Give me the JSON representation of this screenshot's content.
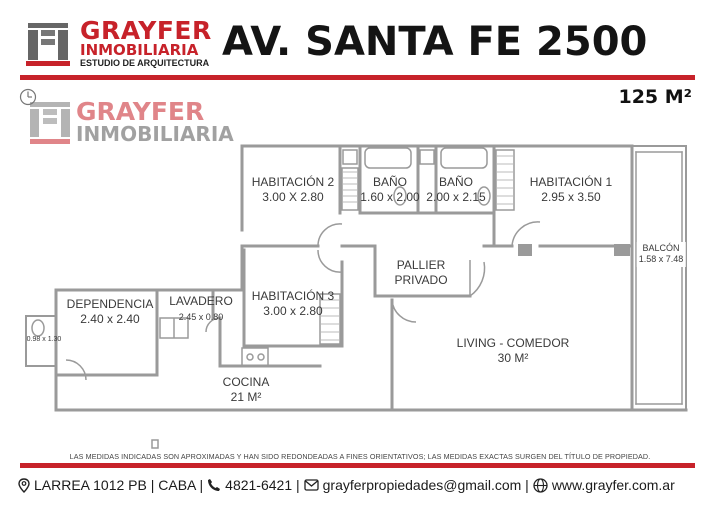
{
  "brand": {
    "name": "GRAYFER",
    "line2": "INMOBILIARIA",
    "line3": "ESTUDIO DE ARQUITECTURA"
  },
  "title": "AV. SANTA FE 2500",
  "area": "125 M²",
  "watermark": {
    "name": "GRAYFER",
    "line2": "INMOBILIARIA"
  },
  "rooms": {
    "hab2": {
      "name": "HABITACIÓN 2",
      "size": "3.00 X 2.80"
    },
    "bano1": {
      "name": "BAÑO",
      "size": "1.60 x 2.00"
    },
    "bano2": {
      "name": "BAÑO",
      "size": "2.00 x 2.15"
    },
    "hab1": {
      "name": "HABITACIÓN 1",
      "size": "2.95 x 3.50"
    },
    "balcon": {
      "name": "BALCÓN",
      "size": "1.58 x 7.48"
    },
    "palier": {
      "name": "PALLIER",
      "name2": "PRIVADO"
    },
    "hab3": {
      "name": "HABITACIÓN 3",
      "size": "3.00 x 2.80"
    },
    "dependencia": {
      "name": "DEPENDENCIA",
      "size": "2.40 x 2.40"
    },
    "lavadero": {
      "name": "LAVADERO",
      "size": "2.45 x 0.80"
    },
    "toilet": {
      "size": "0.98 x 1.30"
    },
    "living": {
      "name": "LIVING - COMEDOR",
      "size": "30 M²"
    },
    "cocina": {
      "name": "COCINA",
      "size": "21 M²"
    }
  },
  "disclaimer": "LAS MEDIDAS INDICADAS SON APROXIMADAS Y HAN SIDO REDONDEADAS A FINES ORIENTATIVOS; LAS MEDIDAS EXACTAS SURGEN DEL TÍTULO DE PROPIEDAD.",
  "contact": {
    "address": "LARREA 1012 PB | CABA |",
    "phone": "4821-6421 |",
    "email": "grayferpropiedades@gmail.com |",
    "web": "www.grayfer.com.ar"
  },
  "colors": {
    "brand_red": "#c7222a",
    "wall_gray": "#9a9a9a"
  },
  "icons": [
    "building-logo-icon",
    "clock-icon",
    "location-pin-icon",
    "phone-icon",
    "mail-icon",
    "globe-icon"
  ]
}
